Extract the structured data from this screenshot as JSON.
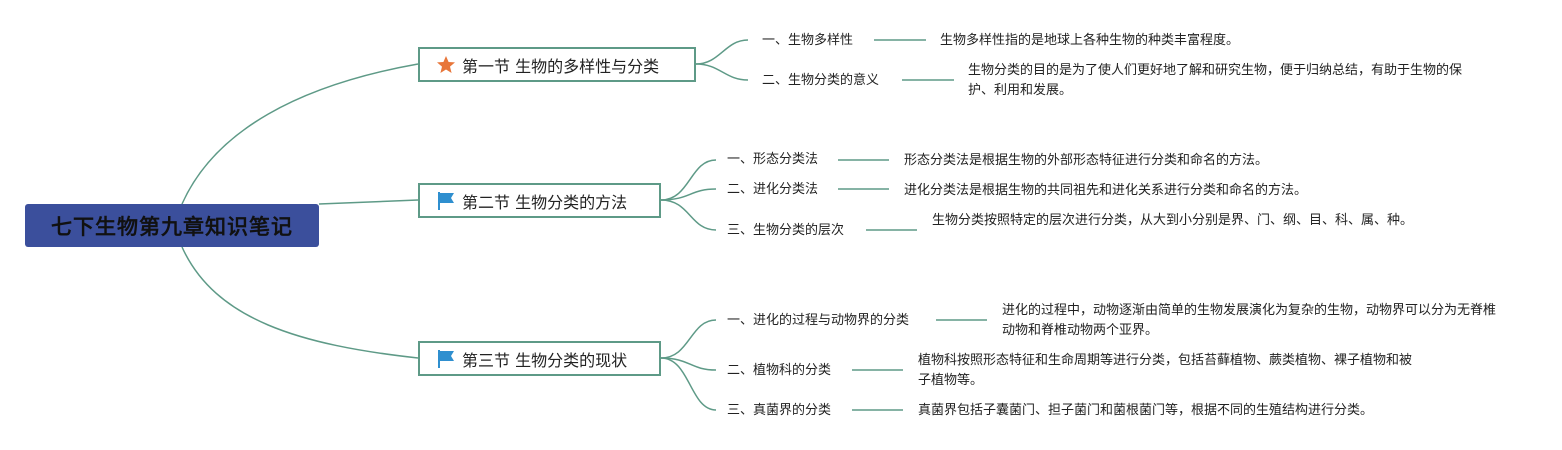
{
  "root": {
    "title": "七下生物第九章知识笔记"
  },
  "sections": [
    {
      "title": "第一节 生物的多样性与分类",
      "icon": "star-icon",
      "items": [
        {
          "label": "一、生物多样性",
          "desc": "生物多样性指的是地球上各种生物的种类丰富程度。"
        },
        {
          "label": "二、生物分类的意义",
          "desc": "生物分类的目的是为了使人们更好地了解和研究生物，便于归纳总结，有助于生物的保护、利用和发展。"
        }
      ]
    },
    {
      "title": "第二节 生物分类的方法",
      "icon": "flag-icon",
      "items": [
        {
          "label": "一、形态分类法",
          "desc": "形态分类法是根据生物的外部形态特征进行分类和命名的方法。"
        },
        {
          "label": "二、进化分类法",
          "desc": "进化分类法是根据生物的共同祖先和进化关系进行分类和命名的方法。"
        },
        {
          "label": "三、生物分类的层次",
          "desc": "生物分类按照特定的层次进行分类，从大到小分别是界、门、纲、目、科、属、种。"
        }
      ]
    },
    {
      "title": "第三节 生物分类的现状",
      "icon": "flag-icon",
      "items": [
        {
          "label": "一、进化的过程与动物界的分类",
          "desc": "进化的过程中，动物逐渐由简单的生物发展演化为复杂的生物，动物界可以分为无脊椎动物和脊椎动物两个亚界。"
        },
        {
          "label": "二、植物科的分类",
          "desc": "植物科按照形态特征和生命周期等进行分类，包括苔藓植物、蕨类植物、裸子植物和被子植物等。"
        },
        {
          "label": "三、真菌界的分类",
          "desc": "真菌界包括子囊菌门、担子菌门和菌根菌门等，根据不同的生殖结构进行分类。"
        }
      ]
    }
  ],
  "colors": {
    "root_bg": "#3b4f9c",
    "line": "#5e9a87",
    "star": "#e8763a",
    "flag": "#2f8fcf"
  }
}
